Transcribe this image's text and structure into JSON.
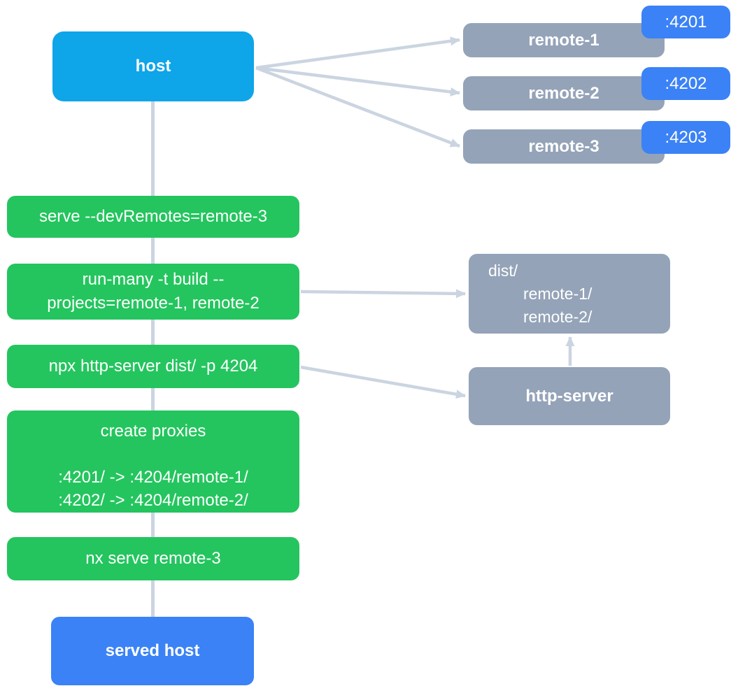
{
  "diagram": {
    "host": {
      "label": "host"
    },
    "remotes": [
      {
        "label": "remote-1",
        "port": ":4201"
      },
      {
        "label": "remote-2",
        "port": ":4202"
      },
      {
        "label": "remote-3",
        "port": ":4203"
      }
    ],
    "commands": {
      "serve": "serve --devRemotes=remote-3",
      "run_many_line1": "run-many -t build --",
      "run_many_line2": "projects=remote-1, remote-2",
      "http_server": "npx http-server dist/ -p 4204",
      "proxies_title": "create proxies",
      "proxies_line1": ":4201/ -> :4204/remote-1/",
      "proxies_line2": ":4202/ -> :4204/remote-2/",
      "nx_serve": "nx serve remote-3"
    },
    "dist": {
      "root": "dist/",
      "child1": "remote-1/",
      "child2": "remote-2/"
    },
    "http_server_node": {
      "label": "http-server"
    },
    "served_host": {
      "label": "served host"
    }
  },
  "colors": {
    "host": "#0ea5e9",
    "remote": "#94a3b8",
    "badge": "#3b82f6",
    "command": "#24c55e",
    "served_host": "#3b82f6",
    "connector": "#cbd5e1",
    "text": "#ffffff"
  }
}
